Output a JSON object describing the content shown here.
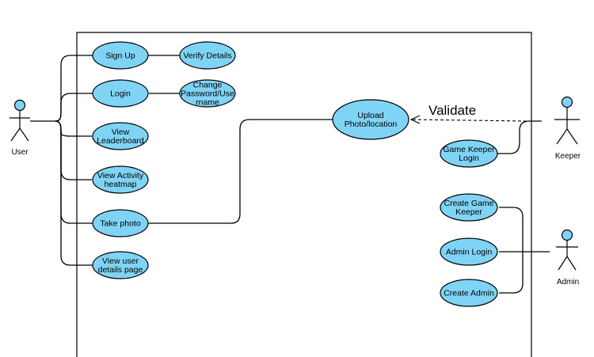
{
  "colors": {
    "usecase_fill": "#7fd4f5",
    "usecase_stroke": "#000000",
    "actor_fill": "#7fd4f5",
    "line": "#000000",
    "background": "#ffffff"
  },
  "actors": {
    "user": "User",
    "keeper": "Keeper",
    "admin": "Admin"
  },
  "use_cases": {
    "sign_up": [
      "Sign Up"
    ],
    "verify_details": [
      "Verify Details"
    ],
    "login": [
      "Login"
    ],
    "change_password": [
      "Change",
      "Password/Use",
      "rname"
    ],
    "view_leaderboard": [
      "View",
      "Leaderboard"
    ],
    "view_activity": [
      "View Activity",
      "heatmap"
    ],
    "take_photo": [
      "Take photo"
    ],
    "view_user_details": [
      "View user",
      "details page"
    ],
    "upload_photo": [
      "Upload",
      "Photo/location"
    ],
    "game_keeper_login": [
      "Game Keeper",
      "Login"
    ],
    "create_game_keeper": [
      "Create Game",
      "Keeper"
    ],
    "admin_login": [
      "Admin Login"
    ],
    "create_admin": [
      "Create Admin"
    ]
  },
  "labels": {
    "validate": "Validate"
  }
}
